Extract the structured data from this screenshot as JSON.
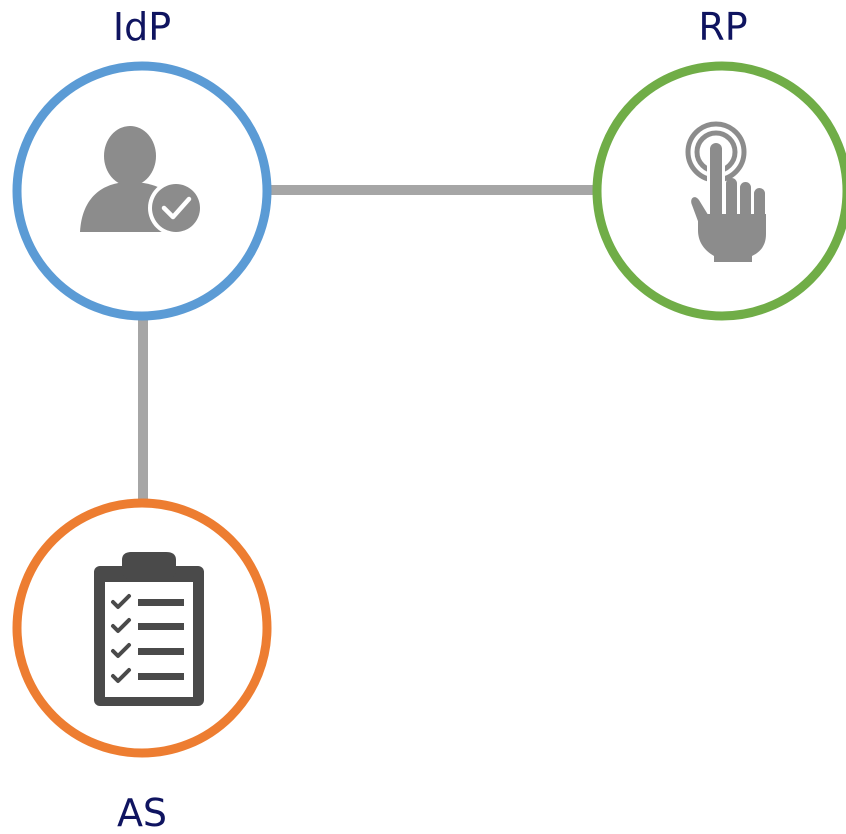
{
  "nodes": {
    "idp": {
      "label": "IdP",
      "ring_color": "#5b9bd5",
      "icon": "user-verified-icon"
    },
    "rp": {
      "label": "RP",
      "ring_color": "#70ad47",
      "icon": "touch-hand-icon"
    },
    "as": {
      "label": "AS",
      "ring_color": "#ed7d31",
      "icon": "clipboard-checklist-icon"
    }
  },
  "connectors": {
    "color": "#a6a6a6",
    "links": [
      {
        "from": "IdP",
        "to": "RP"
      },
      {
        "from": "IdP",
        "to": "AS"
      }
    ]
  },
  "colors": {
    "label": "#0f1460",
    "icon_gray": "#8c8c8c",
    "icon_dark": "#4a4a4a"
  }
}
